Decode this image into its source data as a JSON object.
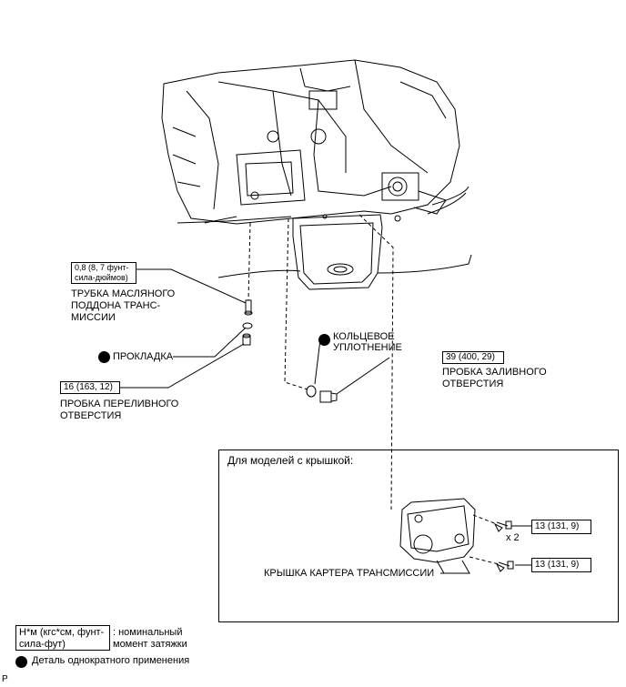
{
  "labels": {
    "pipe_torque": "0,8 (8, 7 фунт-сила-дюймов)",
    "pipe_name_1": "ТРУБКА МАСЛЯНОГО",
    "pipe_name_2": "ПОДДОНА ТРАНС-",
    "pipe_name_3": "МИССИИ",
    "gasket": "ПРОКЛАДКА",
    "overflow_torque": "16 (163, 12)",
    "overflow_name_1": "ПРОБКА ПЕРЕЛИВНОГО",
    "overflow_name_2": "ОТВЕРСТИЯ",
    "oring_1": "КОЛЬЦЕВОЕ",
    "oring_2": "УПЛОТНЕНИЕ",
    "fill_torque": "39 (400, 29)",
    "fill_name_1": "ПРОБКА ЗАЛИВНОГО",
    "fill_name_2": "ОТВЕРСТИЯ"
  },
  "inset": {
    "title": "Для моделей с крышкой:",
    "bolt_torque_1": "13 (131, 9)",
    "bolt_qty": "x 2",
    "bolt_torque_2": "13 (131, 9)",
    "cover_name": "КРЫШКА КАРТЕРА ТРАНСМИССИИ"
  },
  "legend": {
    "unit_box_1": "Н*м (кгс*см, фунт-",
    "unit_box_2": "сила-фут)",
    "unit_desc_1": ": номинальный",
    "unit_desc_2": "момент затяжки",
    "single_use": "Деталь однократного применения"
  },
  "code": "P"
}
